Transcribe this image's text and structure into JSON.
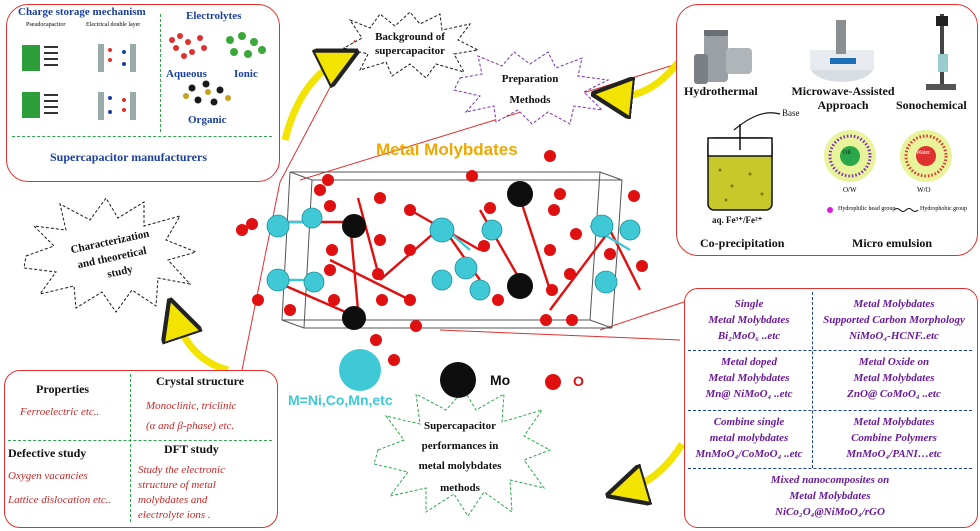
{
  "title": "Metal Molybdates",
  "legend": {
    "m_label": "M=Ni,Co,Mn,etc",
    "mo_label": "Mo",
    "o_label": "O"
  },
  "top_left": {
    "charge_storage": "Charge storage mechanism",
    "pseudocapacitor": "Pseudocapacitor",
    "edl": "Electrical double layer",
    "electrolytes": "Electrolytes",
    "aqueous": "Aqueous",
    "ionic": "Ionic",
    "organic": "Organic",
    "manufacturers": "Supercapacitor  manufacturers"
  },
  "bursts": {
    "background": [
      "Background of",
      "supercapacitor"
    ],
    "preparation": [
      "Preparation",
      "Methods"
    ],
    "characterization": [
      "Characterization",
      "and theoretical",
      "study"
    ],
    "performance": [
      "Supercapacitor",
      "performances in",
      "metal molybdates",
      "methods"
    ]
  },
  "prep": {
    "hydrothermal": "Hydrothermal",
    "microwave": [
      "Microwave-Assisted",
      "Approach"
    ],
    "sonochemical": "Sonochemical",
    "base": "Base",
    "solution": "aq. Fe³⁺/Fe²⁺",
    "coprecipitation": "Co-precipitation",
    "oil": "Oil",
    "water": "Water",
    "ow": "O/W",
    "wo": "W/O",
    "head_group": "Hydrophilic head group",
    "tail_group": "Hydrophobic group",
    "microemulsion": "Micro emulsion"
  },
  "bottom_left": {
    "properties": "Properties",
    "ferroelectric": "Ferroelectric etc..",
    "crystal": "Crystal structure",
    "crystal_desc1": "Monoclinic, triclinic",
    "crystal_desc2": "(α and  β-phase) etc.",
    "defective": "Defective study",
    "vacancies": "Oxygen vacancies",
    "dislocation": "Lattice dislocation etc..",
    "dft": "DFT study",
    "dft_desc": [
      "Study  the  electronic",
      "structure   of   metal",
      "molybdates          and",
      "electrolyte ions ."
    ]
  },
  "right": {
    "single": [
      "Single",
      "Metal Molybdates",
      "Bi₂MoO₆ ..etc"
    ],
    "carbon": [
      "Metal Molybdates",
      "Supported Carbon Morphology",
      "NiMoO₄-HCNF..etc"
    ],
    "doped": [
      "Metal doped",
      "Metal Molybdates",
      "Mn@ NiMoO₄ ..etc"
    ],
    "oxide": [
      "Metal Oxide on",
      "Metal Molybdates",
      "ZnO@ CoMoO₄ ..etc"
    ],
    "combine_single": [
      "Combine single",
      "metal molybdates",
      "MnMoO₄/CoMoO₄ ..etc"
    ],
    "polymers": [
      "Metal Molybdates",
      "Combine Polymers",
      "MnMoO₄/PANI…etc"
    ],
    "mixed": [
      "Mixed nanocomposites on",
      "Metal Molybdates",
      "NiCo₂O₄@NiMoO₄/rGO"
    ]
  },
  "colors": {
    "border": "#e03030",
    "accent_blue": "#1b3fa0",
    "accent_purple": "#6a1b9a",
    "title_gold": "#f0a800",
    "m_atom": "#3fc9d6",
    "mo_atom": "#111111",
    "o_atom": "#e01010",
    "arrow_yellow": "#f2e400"
  }
}
